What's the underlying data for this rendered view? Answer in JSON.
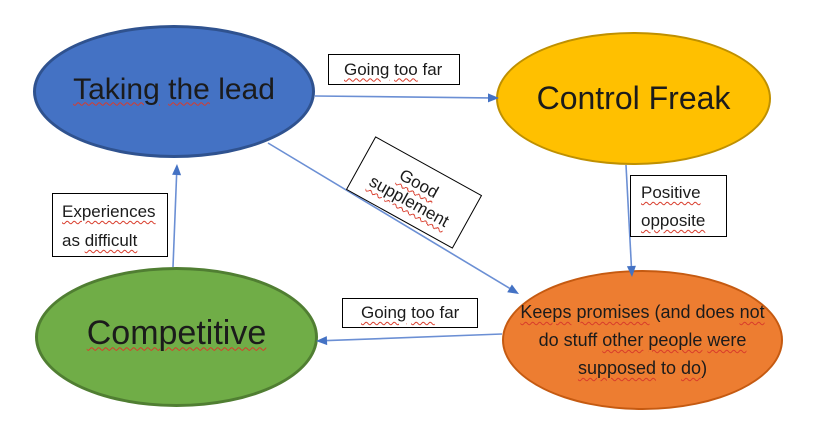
{
  "colors": {
    "arrow_line": "#6b8fd4",
    "arrow_head": "#4472C4",
    "squiggle": "#d83b2a",
    "label_border": "#000000",
    "label_background": "#ffffff",
    "text": "#1b1b1b"
  },
  "nodes": {
    "taking_the_lead": {
      "fill": "#4472C4",
      "border": "#2F528F",
      "text": "Taking the lead",
      "parts": [
        {
          "text": "Taking",
          "misspelled": true
        },
        {
          "text": " "
        },
        {
          "text": "the",
          "misspelled": true
        },
        {
          "text": " lead"
        }
      ]
    },
    "control_freak": {
      "fill": "#FFC000",
      "border": "#BF9000",
      "text": "Control Freak",
      "parts": [
        {
          "text": "Control Freak"
        }
      ]
    },
    "competitive": {
      "fill": "#70AD47",
      "border": "#507E32",
      "text": "Competitive",
      "parts": [
        {
          "text": "Competitive",
          "misspelled": true
        }
      ]
    },
    "keeps_promises": {
      "fill": "#ED7D31",
      "border": "#C55A11",
      "text": "Keeps promises (and does not do stuff other people were supposed to do)",
      "lines": [
        [
          {
            "text": "Keeps",
            "misspelled": true
          },
          {
            "text": " "
          },
          {
            "text": "promises",
            "misspelled": true
          },
          {
            "text": " (and does "
          },
          {
            "text": "not",
            "misspelled": true
          }
        ],
        [
          {
            "text": "do stuff "
          },
          {
            "text": "other",
            "misspelled": true
          },
          {
            "text": " "
          },
          {
            "text": "people",
            "misspelled": true
          },
          {
            "text": " "
          },
          {
            "text": "were",
            "misspelled": true
          }
        ],
        [
          {
            "text": "supposed",
            "misspelled": true
          },
          {
            "text": " to "
          },
          {
            "text": "do",
            "misspelled": true
          },
          {
            "text": ")"
          }
        ]
      ]
    }
  },
  "edge_labels": {
    "going_too_far_top": {
      "text": "Going too far",
      "parts": [
        {
          "text": "Going",
          "misspelled": true
        },
        {
          "text": " "
        },
        {
          "text": "too",
          "misspelled": true
        },
        {
          "text": " far"
        }
      ]
    },
    "good_supplement": {
      "text": "Good supplement",
      "lines": [
        [
          {
            "text": "Good",
            "misspelled": true
          }
        ],
        [
          {
            "text": "supplement",
            "misspelled": true
          }
        ]
      ]
    },
    "positive_opposite": {
      "text": "Positive opposite",
      "lines": [
        [
          {
            "text": "Positive",
            "misspelled": true
          }
        ],
        [
          {
            "text": "opposite",
            "misspelled": true
          }
        ]
      ]
    },
    "experiences_as_difficult": {
      "text": "Experiences as difficult",
      "lines": [
        [
          {
            "text": "Experiences",
            "misspelled": true
          }
        ],
        [
          {
            "text": "as "
          },
          {
            "text": "difficult",
            "misspelled": true
          }
        ]
      ]
    },
    "going_too_far_bottom": {
      "text": "Going too far",
      "parts": [
        {
          "text": "Going",
          "misspelled": true
        },
        {
          "text": " "
        },
        {
          "text": "too",
          "misspelled": true
        },
        {
          "text": " far"
        }
      ]
    }
  },
  "edges": [
    {
      "from": "Taking the lead",
      "to": "Control Freak",
      "label": "Going too far"
    },
    {
      "from": "Taking the lead",
      "to": "Keeps promises (and does not do stuff other people were supposed to do)",
      "label": "Good supplement"
    },
    {
      "from": "Control Freak",
      "to": "Keeps promises (and does not do stuff other people were supposed to do)",
      "label": "Positive opposite"
    },
    {
      "from": "Keeps promises (and does not do stuff other people were supposed to do)",
      "to": "Competitive",
      "label": "Going too far"
    },
    {
      "from": "Competitive",
      "to": "Taking the lead",
      "label": "Experiences as difficult"
    }
  ]
}
